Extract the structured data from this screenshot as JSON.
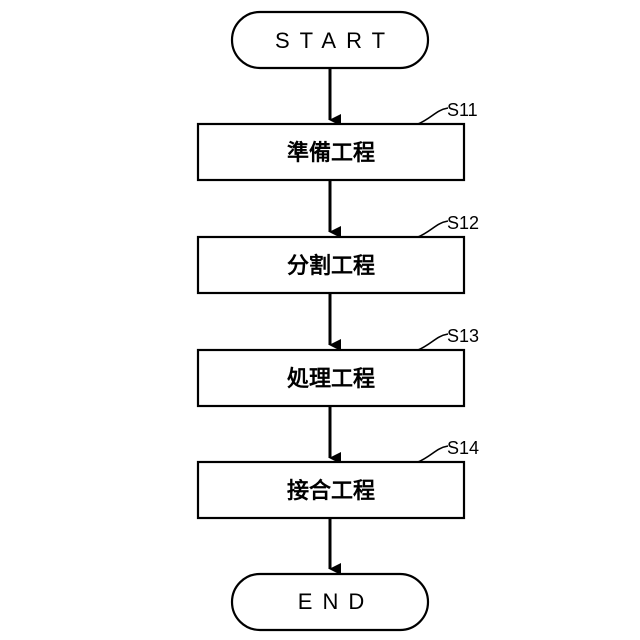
{
  "start_label": "START",
  "end_label": "END",
  "steps": [
    {
      "ref": "S11",
      "label": "準備工程"
    },
    {
      "ref": "S12",
      "label": "分割工程"
    },
    {
      "ref": "S13",
      "label": "処理工程"
    },
    {
      "ref": "S14",
      "label": "接合工程"
    }
  ]
}
